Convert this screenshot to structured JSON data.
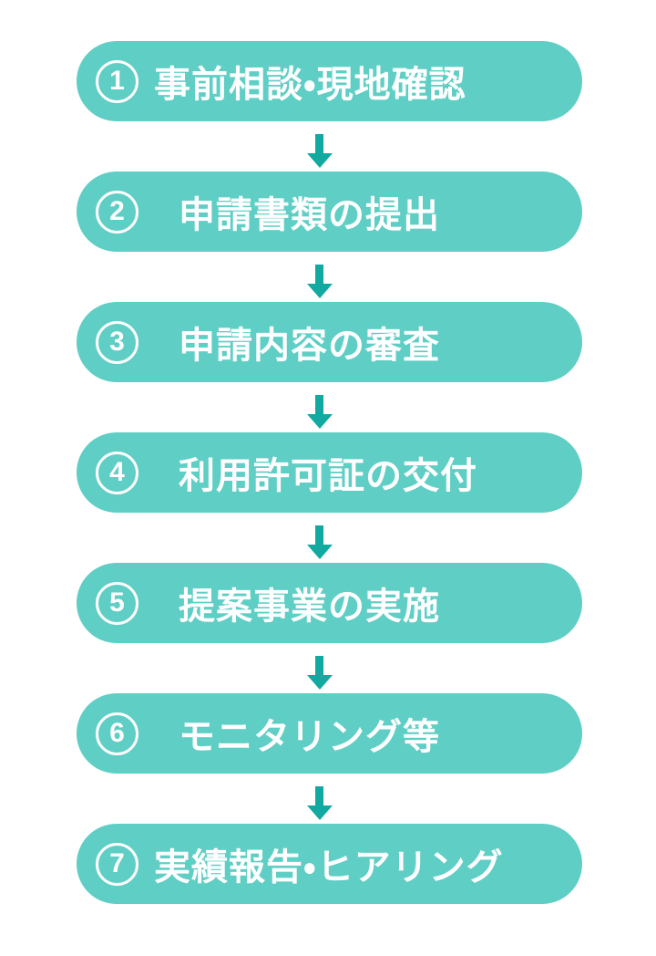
{
  "colors": {
    "pill": "#5fcec5",
    "arrow": "#12a9a0",
    "text": "#ffffff",
    "background": "#ffffff"
  },
  "flow": {
    "steps": [
      {
        "number": "1",
        "label": "事前相談・現地確認"
      },
      {
        "number": "2",
        "label": "申請書類の提出"
      },
      {
        "number": "3",
        "label": "申請内容の審査"
      },
      {
        "number": "4",
        "label": "利用許可証の交付"
      },
      {
        "number": "5",
        "label": "提案事業の実施"
      },
      {
        "number": "6",
        "label": "モニタリング等"
      },
      {
        "number": "7",
        "label": "実績報告・ヒアリング"
      }
    ]
  }
}
